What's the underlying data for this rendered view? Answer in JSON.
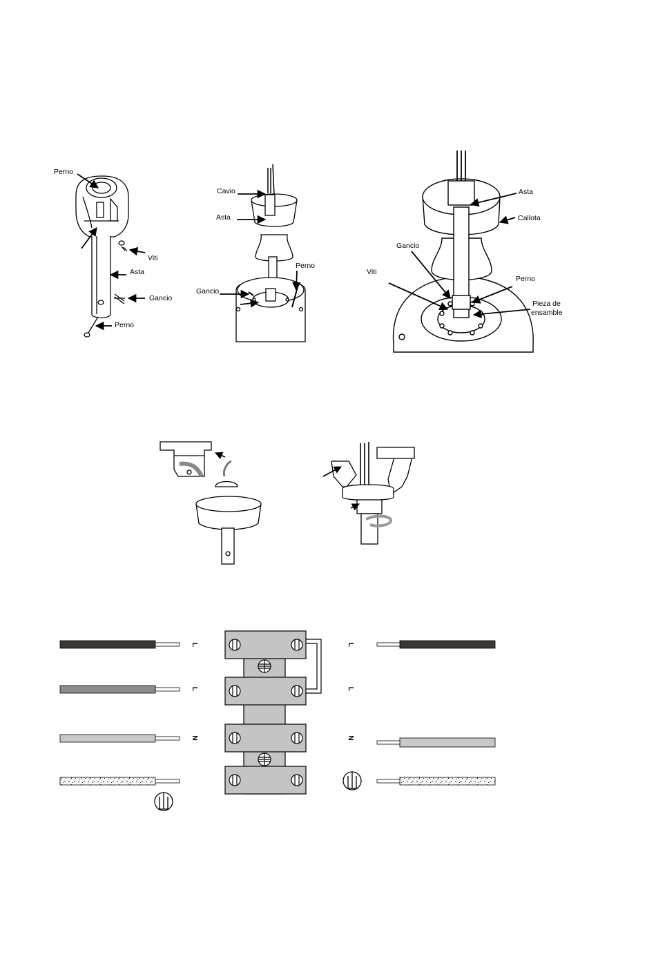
{
  "figure1": {
    "labels": {
      "perno_top": "Perno",
      "viti": "Viti",
      "asta": "Asta",
      "gancio": "Gancio",
      "perno_bottom": "Perno"
    }
  },
  "figure2": {
    "labels": {
      "cavio": "Cavio",
      "asta": "Asta",
      "perno": "Perno",
      "gancio": "Gancio"
    }
  },
  "figure3": {
    "labels": {
      "asta": "Asta",
      "callota": "Callota",
      "gancio": "Gancio",
      "viti": "Viti",
      "perno": "Perno",
      "pieza_line1": "Pieza de",
      "pieza_line2": "ensamble"
    }
  },
  "wiring": {
    "left_symbols": [
      "L",
      "L",
      "N"
    ],
    "right_symbols": [
      "L",
      "L",
      "N"
    ],
    "wire_colors": {
      "brown": "#3a3735",
      "gray": "#8c8c8c",
      "blue": "#c8c8c8",
      "ground": "#f2f2f2"
    },
    "terminal_color": "#c4c4c4",
    "ground_icon": "ground-icon"
  }
}
